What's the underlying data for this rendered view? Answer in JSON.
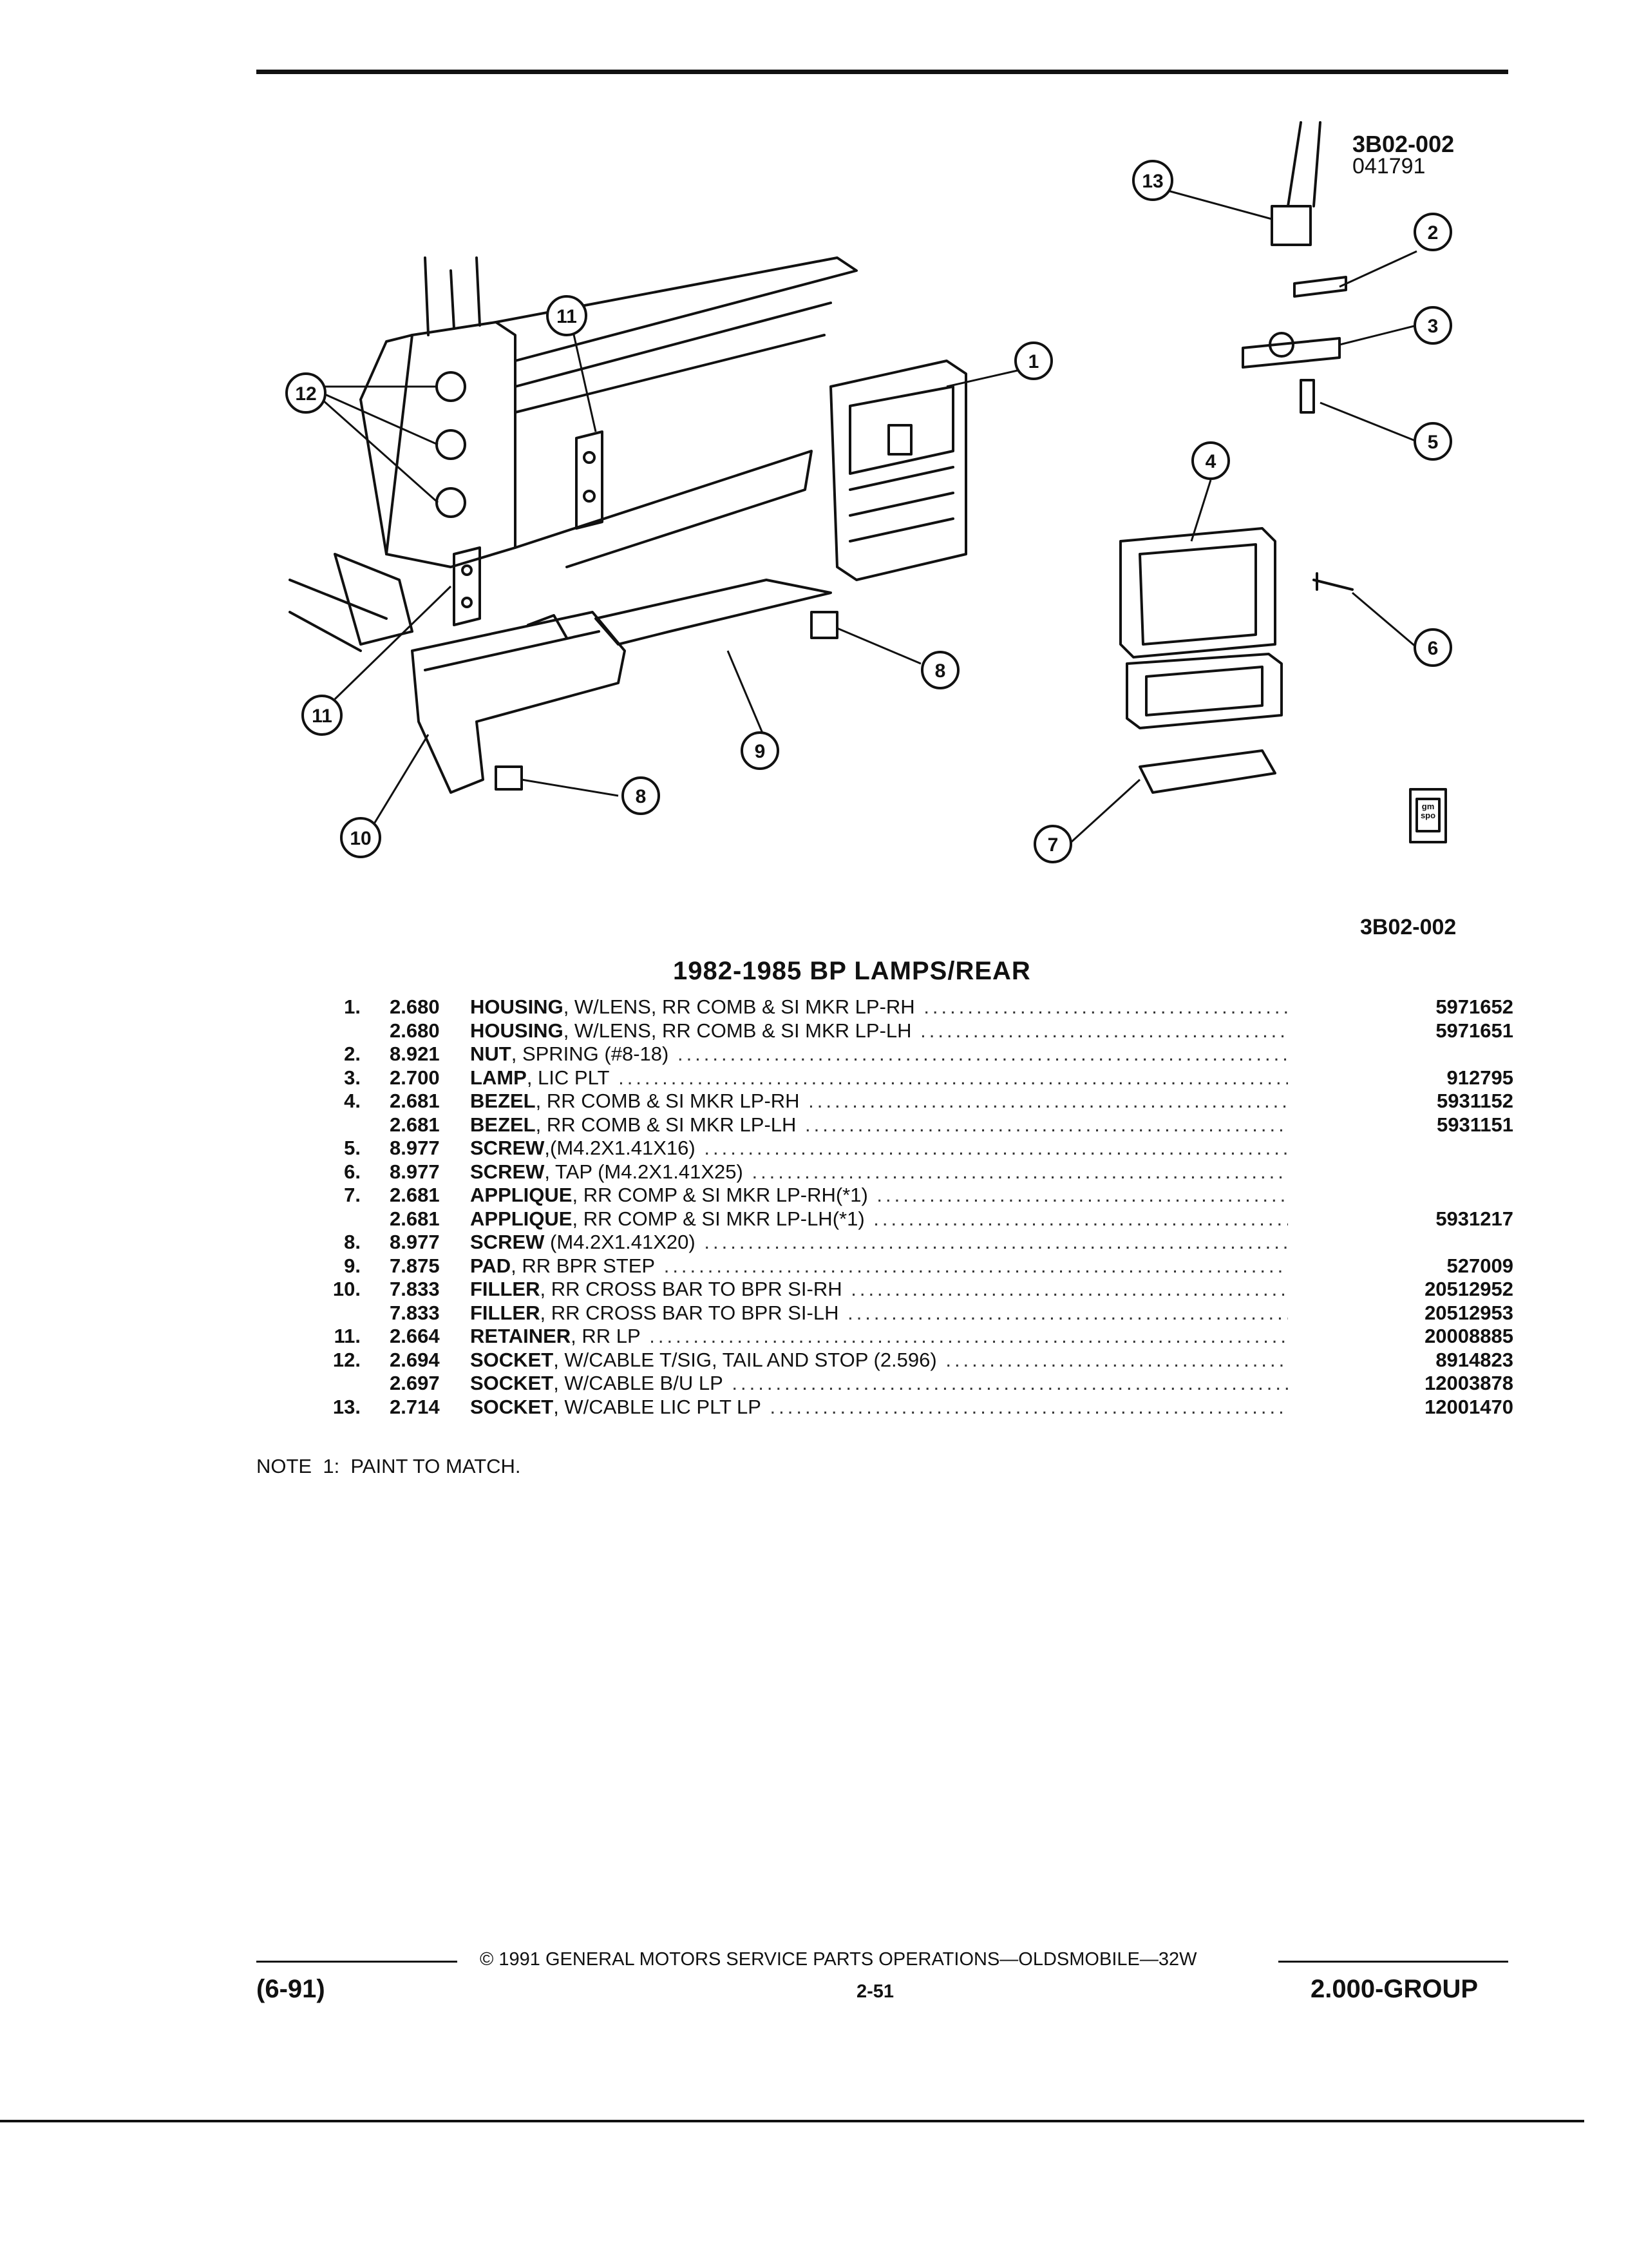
{
  "diagram": {
    "id": "3B02-002",
    "date_code": "041791",
    "ref_code": "3B02-002",
    "callouts": [
      "1",
      "2",
      "3",
      "4",
      "5",
      "6",
      "7",
      "8",
      "8",
      "9",
      "10",
      "11",
      "11",
      "12",
      "13"
    ],
    "logo_text": "gm spo"
  },
  "section_title": "1982-1985 BP LAMPS/REAR",
  "parts": [
    {
      "num": "1.",
      "group": "2.680",
      "name": "HOUSING",
      "desc": ", W/LENS, RR COMB & SI MKR LP-RH",
      "part_no": "5971652"
    },
    {
      "num": "",
      "group": "2.680",
      "name": "HOUSING",
      "desc": ", W/LENS, RR COMB & SI MKR LP-LH",
      "part_no": "5971651"
    },
    {
      "num": "2.",
      "group": "8.921",
      "name": "NUT",
      "desc": ", SPRING (#8-18)",
      "part_no": ""
    },
    {
      "num": "3.",
      "group": "2.700",
      "name": "LAMP",
      "desc": ", LIC PLT",
      "part_no": "912795"
    },
    {
      "num": "4.",
      "group": "2.681",
      "name": "BEZEL",
      "desc": ", RR COMB & SI MKR LP-RH",
      "part_no": "5931152"
    },
    {
      "num": "",
      "group": "2.681",
      "name": "BEZEL",
      "desc": ", RR COMB & SI MKR LP-LH",
      "part_no": "5931151"
    },
    {
      "num": "5.",
      "group": "8.977",
      "name": "SCREW",
      "desc": ",(M4.2X1.41X16)",
      "part_no": ""
    },
    {
      "num": "6.",
      "group": "8.977",
      "name": "SCREW",
      "desc": ", TAP (M4.2X1.41X25)",
      "part_no": ""
    },
    {
      "num": "7.",
      "group": "2.681",
      "name": "APPLIQUE",
      "desc": ", RR COMP & SI MKR LP-RH(*1)",
      "part_no": ""
    },
    {
      "num": "",
      "group": "2.681",
      "name": "APPLIQUE",
      "desc": ", RR COMP & SI MKR LP-LH(*1)",
      "part_no": "5931217"
    },
    {
      "num": "8.",
      "group": "8.977",
      "name": "SCREW",
      "desc": " (M4.2X1.41X20)",
      "part_no": ""
    },
    {
      "num": "9.",
      "group": "7.875",
      "name": "PAD",
      "desc": ", RR BPR STEP",
      "part_no": "527009"
    },
    {
      "num": "10.",
      "group": "7.833",
      "name": "FILLER",
      "desc": ", RR CROSS BAR TO BPR SI-RH",
      "part_no": "20512952"
    },
    {
      "num": "",
      "group": "7.833",
      "name": "FILLER",
      "desc": ", RR CROSS BAR TO BPR SI-LH",
      "part_no": "20512953"
    },
    {
      "num": "11.",
      "group": "2.664",
      "name": "RETAINER",
      "desc": ", RR LP",
      "part_no": "20008885"
    },
    {
      "num": "12.",
      "group": "2.694",
      "name": "SOCKET",
      "desc": ", W/CABLE T/SIG, TAIL AND STOP (2.596)",
      "part_no": "8914823"
    },
    {
      "num": "",
      "group": "2.697",
      "name": "SOCKET",
      "desc": ", W/CABLE B/U LP",
      "part_no": "12003878"
    },
    {
      "num": "13.",
      "group": "2.714",
      "name": "SOCKET",
      "desc": ", W/CABLE LIC PLT LP",
      "part_no": "12001470"
    }
  ],
  "note": "NOTE  1:  PAINT TO MATCH.",
  "footer": {
    "copyright": "© 1991  GENERAL MOTORS SERVICE PARTS OPERATIONS—OLDSMOBILE—32W",
    "date": "(6-91)",
    "page": "2-51",
    "group": "2.000-GROUP"
  }
}
